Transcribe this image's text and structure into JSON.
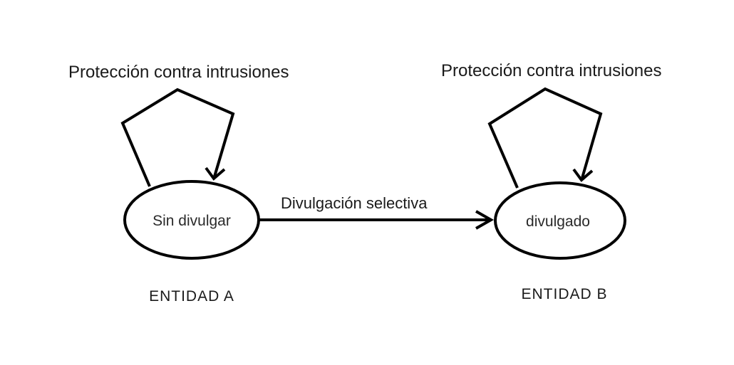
{
  "colors": {
    "stroke": "#000000",
    "text": "#1a1a1a",
    "background": "#ffffff"
  },
  "entity_a": {
    "loop_label": "Protección contra intrusiones",
    "node_label": "Sin divulgar",
    "entity_label": "ENTIDAD A"
  },
  "entity_b": {
    "loop_label": "Protección contra intrusiones",
    "node_label": "divulgado",
    "entity_label": "ENTIDAD B"
  },
  "transition": {
    "label": "Divulgación selectiva"
  }
}
